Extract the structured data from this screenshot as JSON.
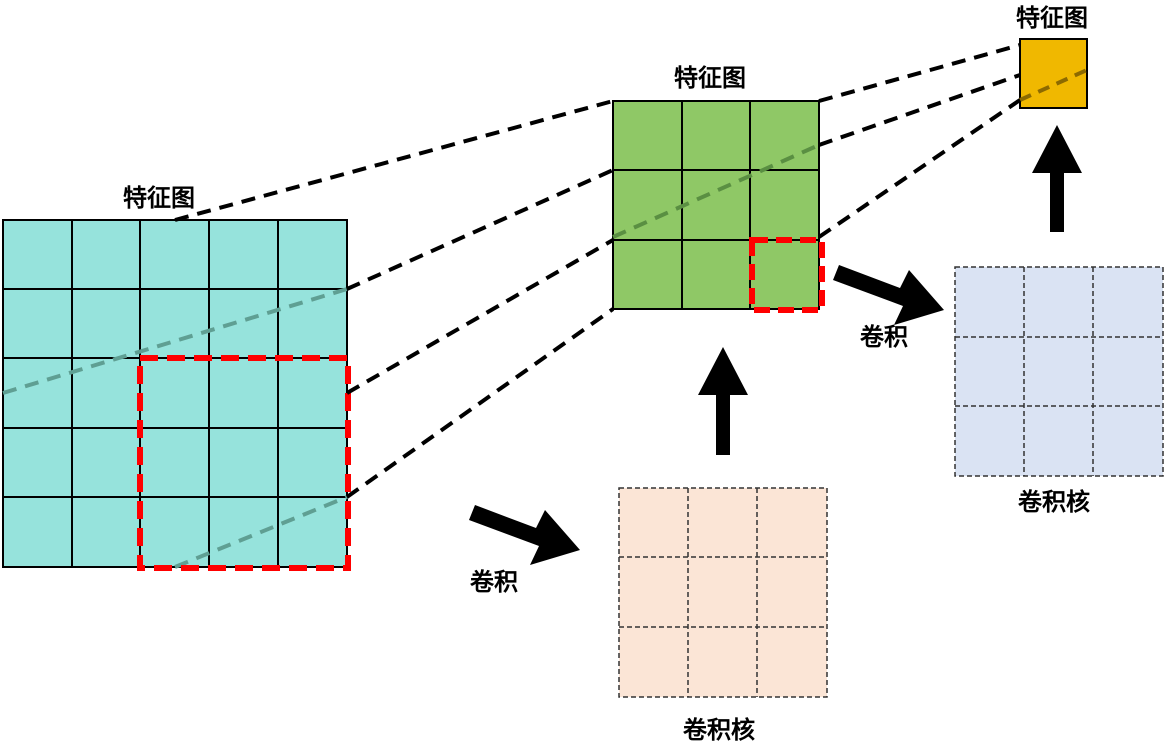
{
  "labels": {
    "feature_map_input": "特征图",
    "feature_map_mid": "特征图",
    "feature_map_out": "特征图",
    "conv_op_1": "卷积",
    "conv_op_2": "卷积",
    "kernel_1": "卷积核",
    "kernel_2": "卷积核"
  },
  "grids": {
    "input_feature_map": {
      "rows": 5,
      "cols": 5,
      "fill": "#96E3DC",
      "border": "solid"
    },
    "mid_feature_map": {
      "rows": 3,
      "cols": 3,
      "fill": "#8FC866",
      "border": "solid"
    },
    "output_feature_map": {
      "rows": 1,
      "cols": 1,
      "fill": "#F0B800",
      "border": "solid"
    },
    "kernel_1": {
      "rows": 3,
      "cols": 3,
      "fill": "#FBE5D6",
      "border": "dashed"
    },
    "kernel_2": {
      "rows": 3,
      "cols": 3,
      "fill": "#DAE3F3",
      "border": "dashed"
    }
  },
  "receptive_fields": {
    "input_region": {
      "rows": 3,
      "cols": 3,
      "color": "#FF0000"
    },
    "mid_region": {
      "rows": 1,
      "cols": 1,
      "color": "#FF0000"
    }
  },
  "colors": {
    "projection_lines": "#000000",
    "hidden_projection_lines": "#5F9F93",
    "arrows": "#000000"
  }
}
